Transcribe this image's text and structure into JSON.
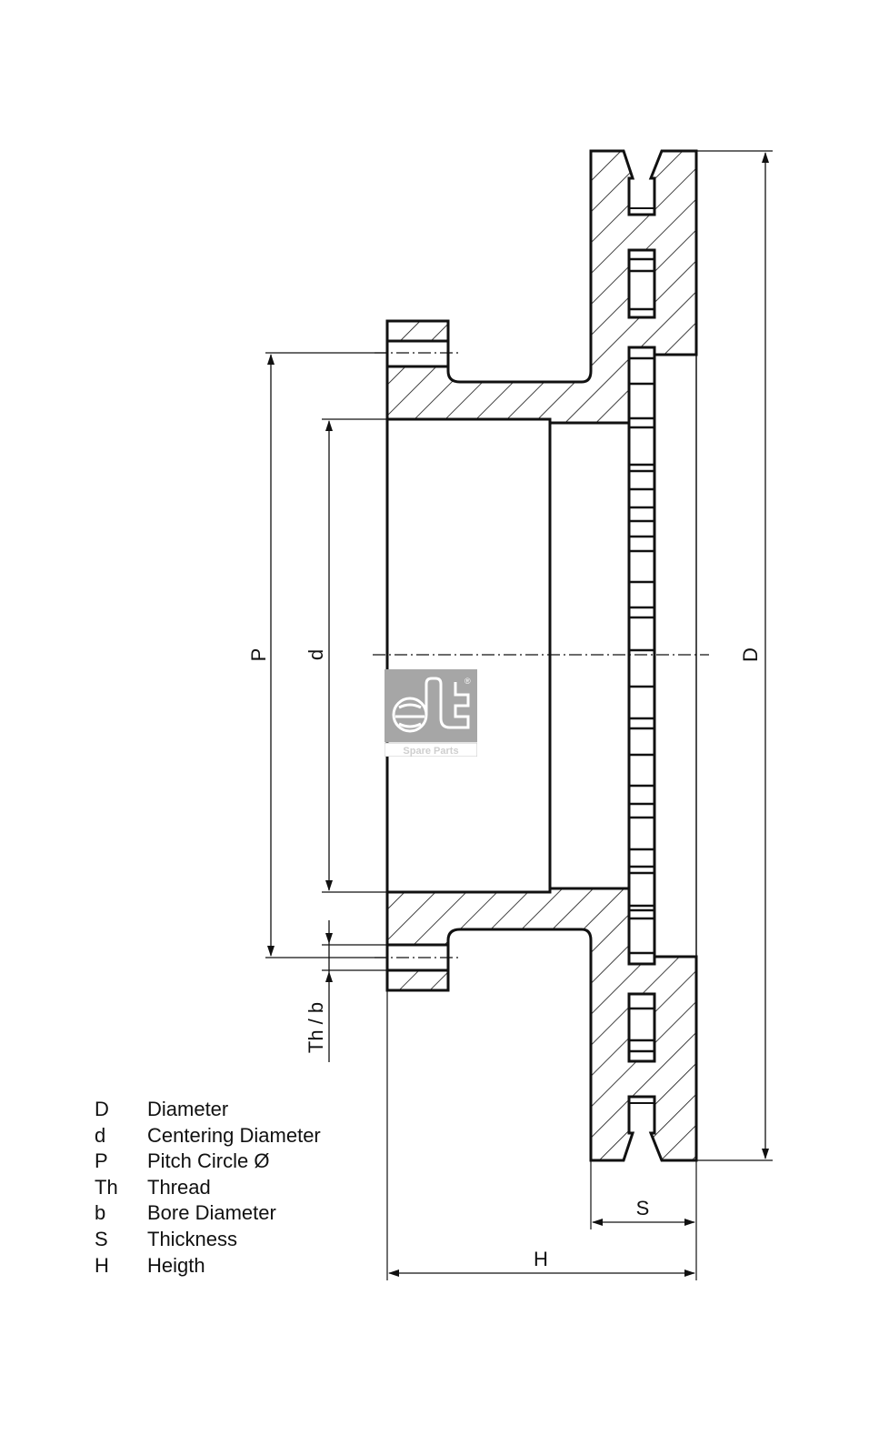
{
  "drawing": {
    "title": "Brake disc technical drawing",
    "dimension_labels": {
      "D": "D",
      "d": "d",
      "P": "P",
      "Th_b": "Th / b",
      "S": "S",
      "H": "H"
    }
  },
  "logo": {
    "mark": "dt",
    "registered": "®",
    "caption": "Spare Parts",
    "color": "#a6a6a6"
  },
  "legend": {
    "items": [
      {
        "key": "D",
        "label": "Diameter"
      },
      {
        "key": "d",
        "label": "Centering Diameter"
      },
      {
        "key": "P",
        "label": "Pitch Circle Ø"
      },
      {
        "key": "Th",
        "label": "Thread"
      },
      {
        "key": "b",
        "label": "Bore Diameter"
      },
      {
        "key": "S",
        "label": "Thickness"
      },
      {
        "key": "H",
        "label": "Heigth"
      }
    ]
  }
}
